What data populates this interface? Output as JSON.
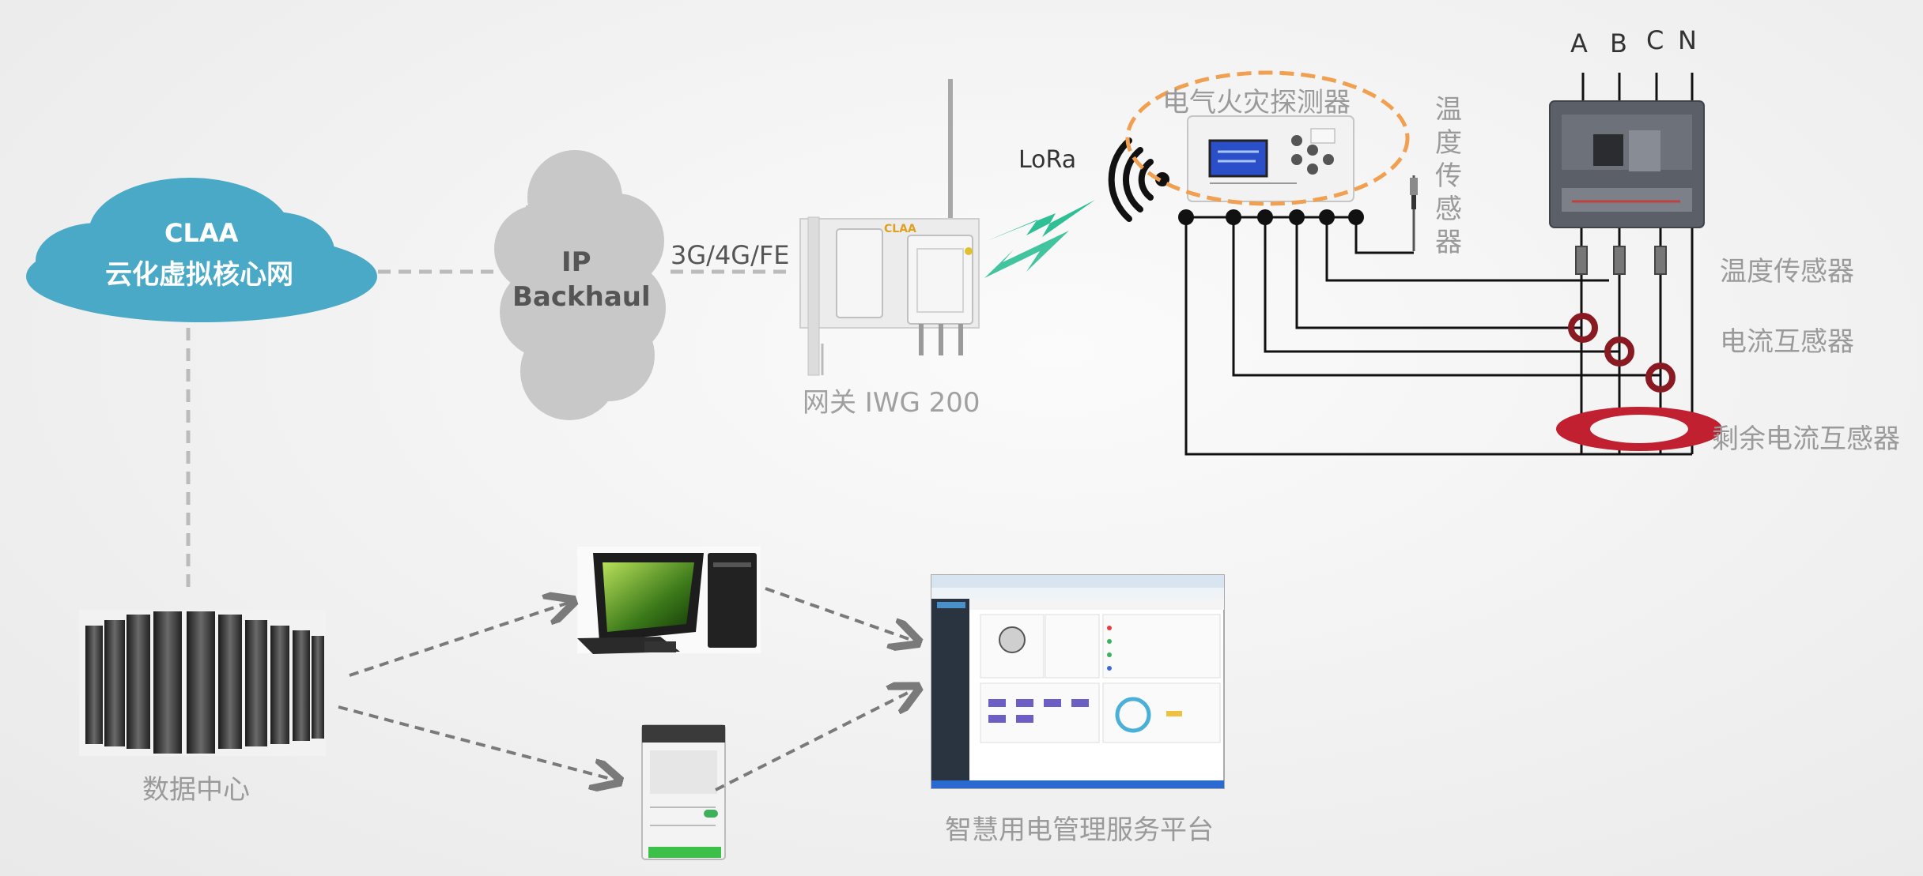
{
  "cloud": {
    "line1": "CLAA",
    "line2": "云化虚拟核心网"
  },
  "backhaul": {
    "line1": "IP",
    "line2": "Backhaul"
  },
  "link_label": "3G/4G/FE",
  "gateway_label": "网关 IWG 200",
  "gateway_logo": "CLAA",
  "lora_label": "LoRa",
  "detector_label": "电气火灾探测器",
  "temp_sensor_vertical": [
    "温",
    "度",
    "传",
    "感",
    "器"
  ],
  "phases": [
    "A",
    "B",
    "C",
    "N"
  ],
  "right_labels": {
    "temp": "温度传感器",
    "current": "电流互感器",
    "residual": "剩余电流互感器"
  },
  "datacenter_label": "数据中心",
  "platform_label": "智慧用电管理服务平台",
  "colors": {
    "cloud": "#4aa9c6",
    "lora_bolt": "#2ebf95",
    "detector_ring": "#f0a050",
    "residual_ring": "#c02030",
    "text_grey": "#9a9a9a"
  }
}
